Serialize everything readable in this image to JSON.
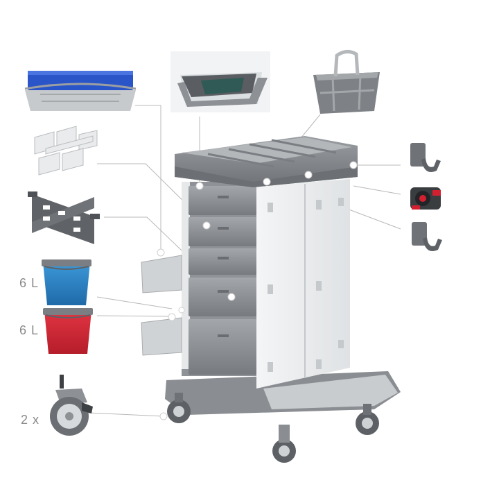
{
  "labels": {
    "blue_bucket_volume": "6 L",
    "red_bucket_volume": "6 L",
    "castor_quantity": "2 x"
  },
  "colors": {
    "bucket_blue": "#2f84c6",
    "bucket_red": "#d42734",
    "tray_blue": "#2a55c8",
    "cart_grey": "#7c7f83",
    "panel_white": "#eef0f1",
    "callout_line": "#b8b8b8"
  },
  "icons": [
    "mop-bucket-icon",
    "drawer-dividers-icon",
    "bucket-separator-icon",
    "blue-bucket-icon",
    "red-bucket-icon",
    "castor-wheel-icon",
    "dispensing-tray-icon",
    "carry-caddy-icon",
    "wall-hook-icon",
    "handle-clamp-icon",
    "hook-bracket-icon",
    "cleaning-cart-icon"
  ]
}
